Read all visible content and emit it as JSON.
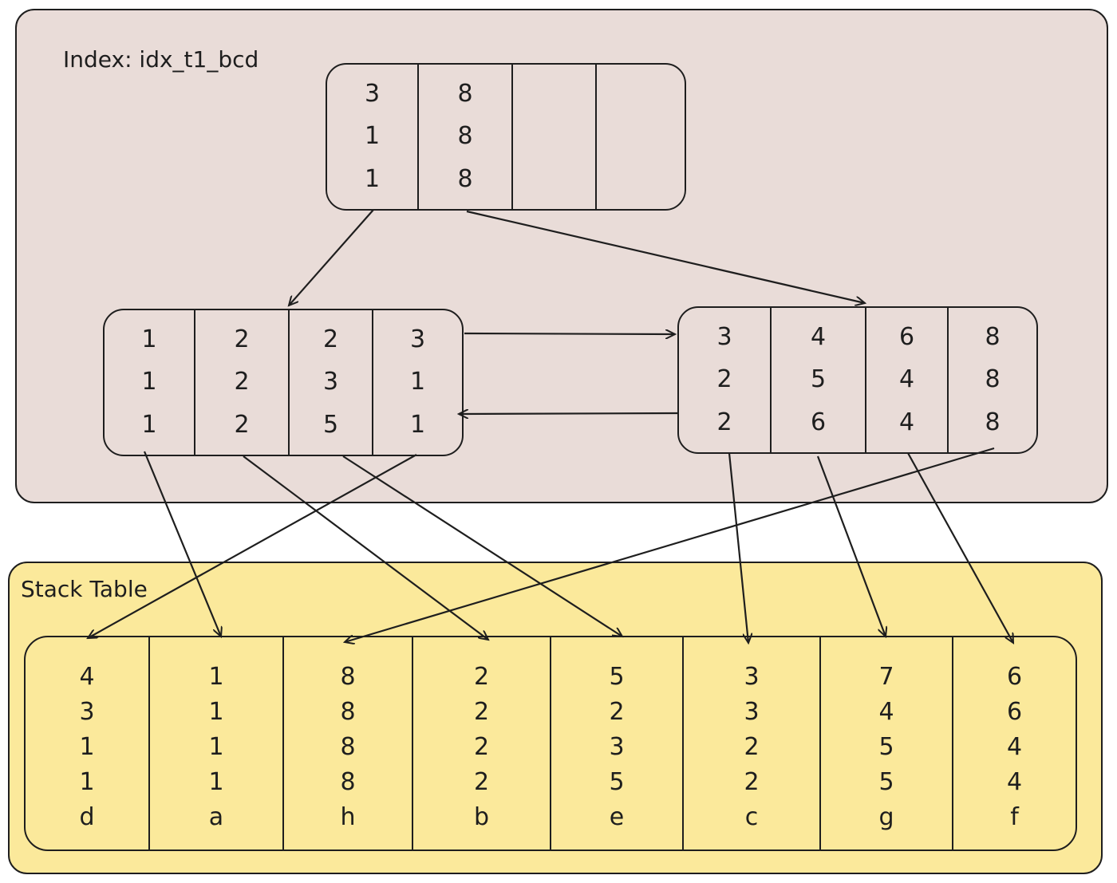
{
  "index": {
    "title": "Index: idx_t1_bcd",
    "root_node": {
      "cells": [
        [
          "3",
          "1",
          "1"
        ],
        [
          "8",
          "8",
          "8"
        ],
        [],
        []
      ]
    },
    "leaf_left": {
      "cells": [
        [
          "1",
          "1",
          "1"
        ],
        [
          "2",
          "2",
          "2"
        ],
        [
          "2",
          "3",
          "5"
        ],
        [
          "3",
          "1",
          "1"
        ]
      ]
    },
    "leaf_right": {
      "cells": [
        [
          "3",
          "2",
          "2"
        ],
        [
          "4",
          "5",
          "6"
        ],
        [
          "6",
          "4",
          "4"
        ],
        [
          "8",
          "8",
          "8"
        ]
      ]
    }
  },
  "stack_table": {
    "title": "Stack Table",
    "columns": [
      [
        "4",
        "3",
        "1",
        "1",
        "d"
      ],
      [
        "1",
        "1",
        "1",
        "1",
        "a"
      ],
      [
        "8",
        "8",
        "8",
        "8",
        "h"
      ],
      [
        "2",
        "2",
        "2",
        "2",
        "b"
      ],
      [
        "5",
        "2",
        "3",
        "5",
        "e"
      ],
      [
        "3",
        "3",
        "2",
        "2",
        "c"
      ],
      [
        "7",
        "4",
        "5",
        "5",
        "g"
      ],
      [
        "6",
        "6",
        "4",
        "4",
        "f"
      ]
    ]
  },
  "colors": {
    "index_background": "#e9dcd8",
    "table_background": "#fbe99b",
    "stroke": "#1e1e1e"
  }
}
